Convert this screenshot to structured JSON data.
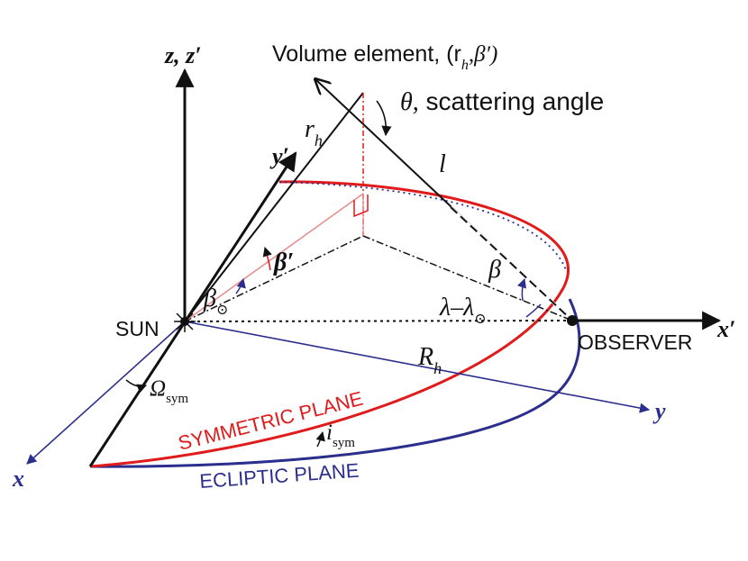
{
  "labels": {
    "z_axis": "z, z′",
    "volume_element": "Volume element, (r",
    "volume_element_sub": "h",
    "volume_element_tail": ",β′)",
    "scattering_theta": "θ,",
    "scattering_text": " scattering angle",
    "y_prime": "y′",
    "r_h": "r",
    "r_h_sub": "h",
    "l": "l",
    "beta_prime": "β′",
    "beta": "β",
    "beta_sun": "β",
    "lambda_diff": "λ–λ",
    "sun": "SUN",
    "observer": "OBSERVER",
    "x_prime": "x′",
    "R_h": "R",
    "R_h_sub": "h",
    "omega": "Ω",
    "omega_sub": "sym",
    "symmetric_plane": "SYMMETRIC PLANE",
    "i_sym": "i",
    "i_sym_sub": "sym",
    "ecliptic_plane": "ECLIPTIC PLANE",
    "x": "x",
    "y": "y",
    "sun_symbol": "⊙"
  },
  "colors": {
    "red": "#e01b1b",
    "blue": "#2b2e8c",
    "black": "#111111",
    "light_red": "#e88a8a"
  }
}
